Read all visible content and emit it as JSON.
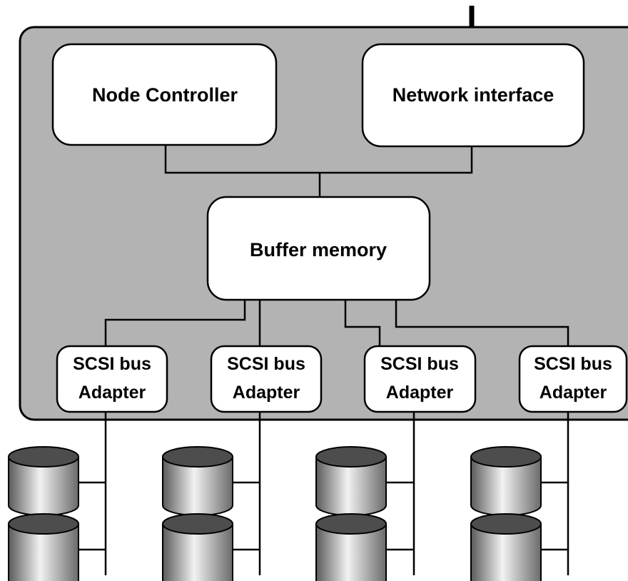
{
  "colors": {
    "enclosure_fill": "#b3b3b3",
    "box_fill": "#ffffff",
    "line": "#000000",
    "disk_top": "#4d4d4d"
  },
  "node_controller": {
    "label": "Node Controller"
  },
  "network_interface": {
    "label": "Network interface"
  },
  "buffer_memory": {
    "label": "Buffer memory"
  },
  "scsi_adapters": [
    {
      "line1": "SCSI bus",
      "line2": "Adapter"
    },
    {
      "line1": "SCSI bus",
      "line2": "Adapter"
    },
    {
      "line1": "SCSI bus",
      "line2": "Adapter"
    },
    {
      "line1": "SCSI bus",
      "line2": "Adapter"
    }
  ],
  "disks_per_adapter": 2
}
